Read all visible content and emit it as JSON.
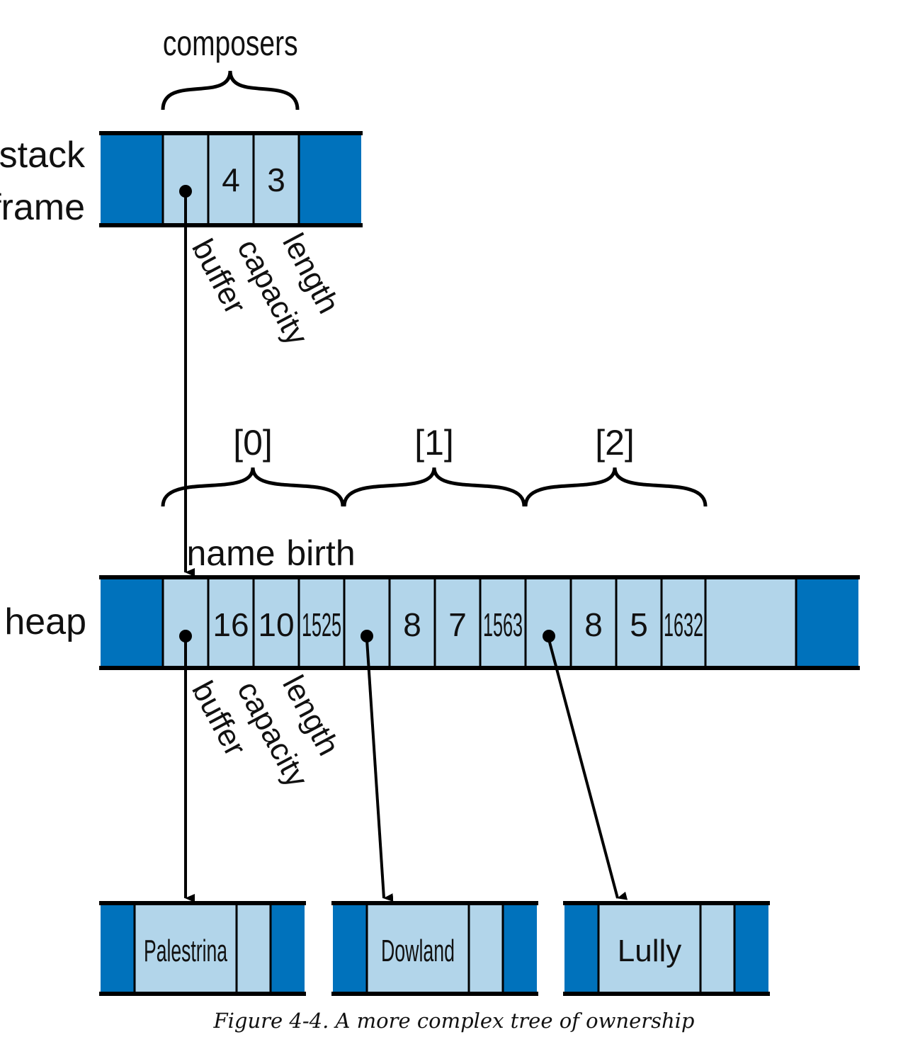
{
  "labels": {
    "composers": "composers",
    "stack": "stack",
    "frame": "frame",
    "heap": "heap",
    "index0": "[0]",
    "index1": "[1]",
    "index2": "[2]",
    "name": "name",
    "birth": "birth",
    "buffer": "buffer",
    "capacity": "capacity",
    "length": "length"
  },
  "stack_frame": {
    "capacity": "4",
    "length": "3"
  },
  "heap_elements": [
    {
      "name_capacity": "16",
      "name_length": "10",
      "birth": "1525"
    },
    {
      "name_capacity": "8",
      "name_length": "7",
      "birth": "1563"
    },
    {
      "name_capacity": "8",
      "name_length": "5",
      "birth": "1632"
    }
  ],
  "strings": [
    "Palestrina",
    "Dowland",
    "Lully"
  ],
  "caption": "Figure 4-4. A more complex tree of ownership",
  "colors": {
    "dark_blue": "#0072bc",
    "light_blue": "#b2d5ea",
    "line": "#000000"
  }
}
